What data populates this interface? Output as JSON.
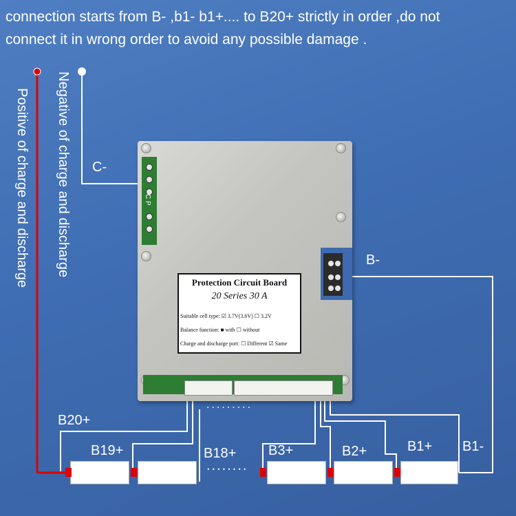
{
  "instruction": {
    "line1": "connection starts from B- ,b1- b1+.... to B20+ strictly in order ,do not",
    "line2": "connect it in wrong order to avoid any possible damage ."
  },
  "vertical_labels": {
    "positive": "Positive of charge and discharge",
    "negative": "Negative of charge and discharge"
  },
  "wire_labels": {
    "c_minus": "C-",
    "b_minus": "B-",
    "b20_plus": "B20+",
    "b19_plus": "B19+",
    "b18_plus": "B18+",
    "b3_plus": "B3+",
    "b2_plus": "B2+",
    "b1_plus": "B1+",
    "b1_minus": "B1-"
  },
  "board": {
    "port_label": "C P",
    "card": {
      "title": "Protection Circuit Board",
      "series_line": "20 Series 30 A",
      "cell_type": "Suitable cell type: ☑ 3.7V(3.6V)   ☐ 3.2V",
      "balance": "Balance function: ■ with        ☐ without",
      "port": "Charge and discharge port: ☐ Different ☑ Same"
    }
  },
  "dots": {
    "mid": ".........",
    "bottom": "........"
  },
  "colors": {
    "background": "#4a78bf",
    "wire_positive": "#e00000",
    "wire_signal": "#ffffff",
    "terminal": "#e00000"
  }
}
